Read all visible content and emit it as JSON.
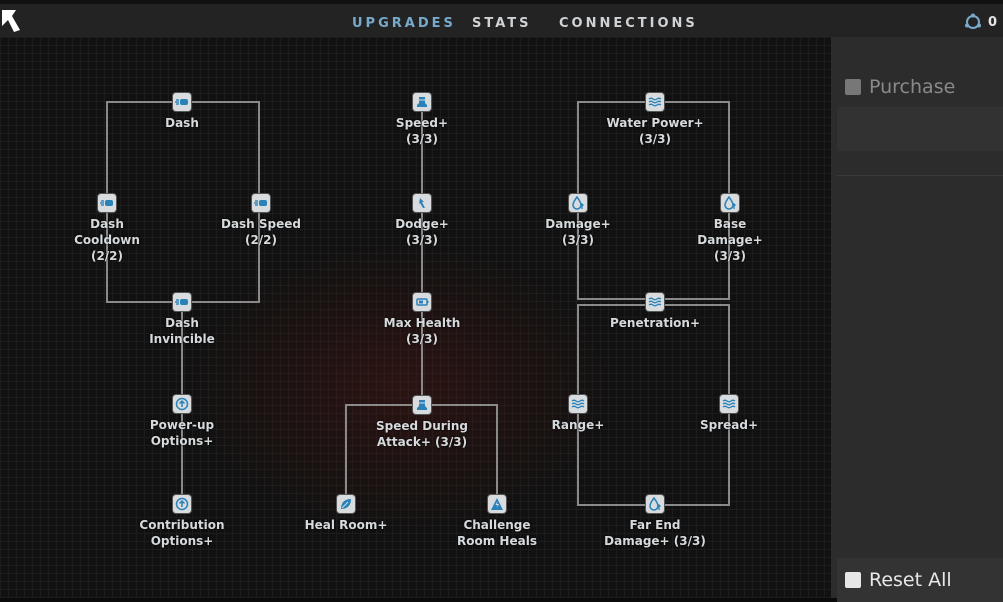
{
  "tabs": [
    {
      "label": "UPGRADES",
      "active": true
    },
    {
      "label": "STATS",
      "active": false
    },
    {
      "label": "CONNECTIONS",
      "active": false
    }
  ],
  "currency": {
    "icon": "gear-currency-icon",
    "value": "0"
  },
  "colors": {
    "active_tab": "#78aacc",
    "node": "#d8dcdf",
    "icon": "#2a82b8",
    "line": "#8a8a8a"
  },
  "nodes": [
    {
      "id": "dash",
      "label": "Dash",
      "icon": "dash-icon"
    },
    {
      "id": "dash_cooldown",
      "label": "Dash\nCooldown\n(2/2)",
      "icon": "dash-icon"
    },
    {
      "id": "dash_speed",
      "label": "Dash Speed\n(2/2)",
      "icon": "dash-icon"
    },
    {
      "id": "dash_invincible",
      "label": "Dash\nInvincible",
      "icon": "dash-icon"
    },
    {
      "id": "powerup_options",
      "label": "Power-up\nOptions+",
      "icon": "arrow-up-circle-icon"
    },
    {
      "id": "contribution_options",
      "label": "Contribution\nOptions+",
      "icon": "arrow-up-circle-icon"
    },
    {
      "id": "speed",
      "label": "Speed+\n(3/3)",
      "icon": "boot-icon"
    },
    {
      "id": "dodge",
      "label": "Dodge+\n(3/3)",
      "icon": "dodge-arrow-icon"
    },
    {
      "id": "max_health",
      "label": "Max Health\n(3/3)",
      "icon": "battery-icon"
    },
    {
      "id": "speed_during_attack",
      "label": "Speed During\nAttack+ (3/3)",
      "icon": "boot-icon"
    },
    {
      "id": "heal_room",
      "label": "Heal Room+",
      "icon": "leaf-icon"
    },
    {
      "id": "challenge_room_heals",
      "label": "Challenge\nRoom Heals",
      "icon": "warning-triangle-icon"
    },
    {
      "id": "water_power",
      "label": "Water Power+\n(3/3)",
      "icon": "waves-icon"
    },
    {
      "id": "damage",
      "label": "Damage+\n(3/3)",
      "icon": "droplet-up-icon"
    },
    {
      "id": "base_damage",
      "label": "Base\nDamage+\n(3/3)",
      "icon": "droplet-up-icon"
    },
    {
      "id": "penetration",
      "label": "Penetration+",
      "icon": "waves-icon"
    },
    {
      "id": "range",
      "label": "Range+",
      "icon": "waves-icon"
    },
    {
      "id": "spread",
      "label": "Spread+",
      "icon": "waves-icon"
    },
    {
      "id": "far_end_damage",
      "label": "Far End\nDamage+ (3/3)",
      "icon": "droplet-up-icon"
    }
  ],
  "sidebar": {
    "purchase_label": "Purchase",
    "reset_label": "Reset All"
  }
}
